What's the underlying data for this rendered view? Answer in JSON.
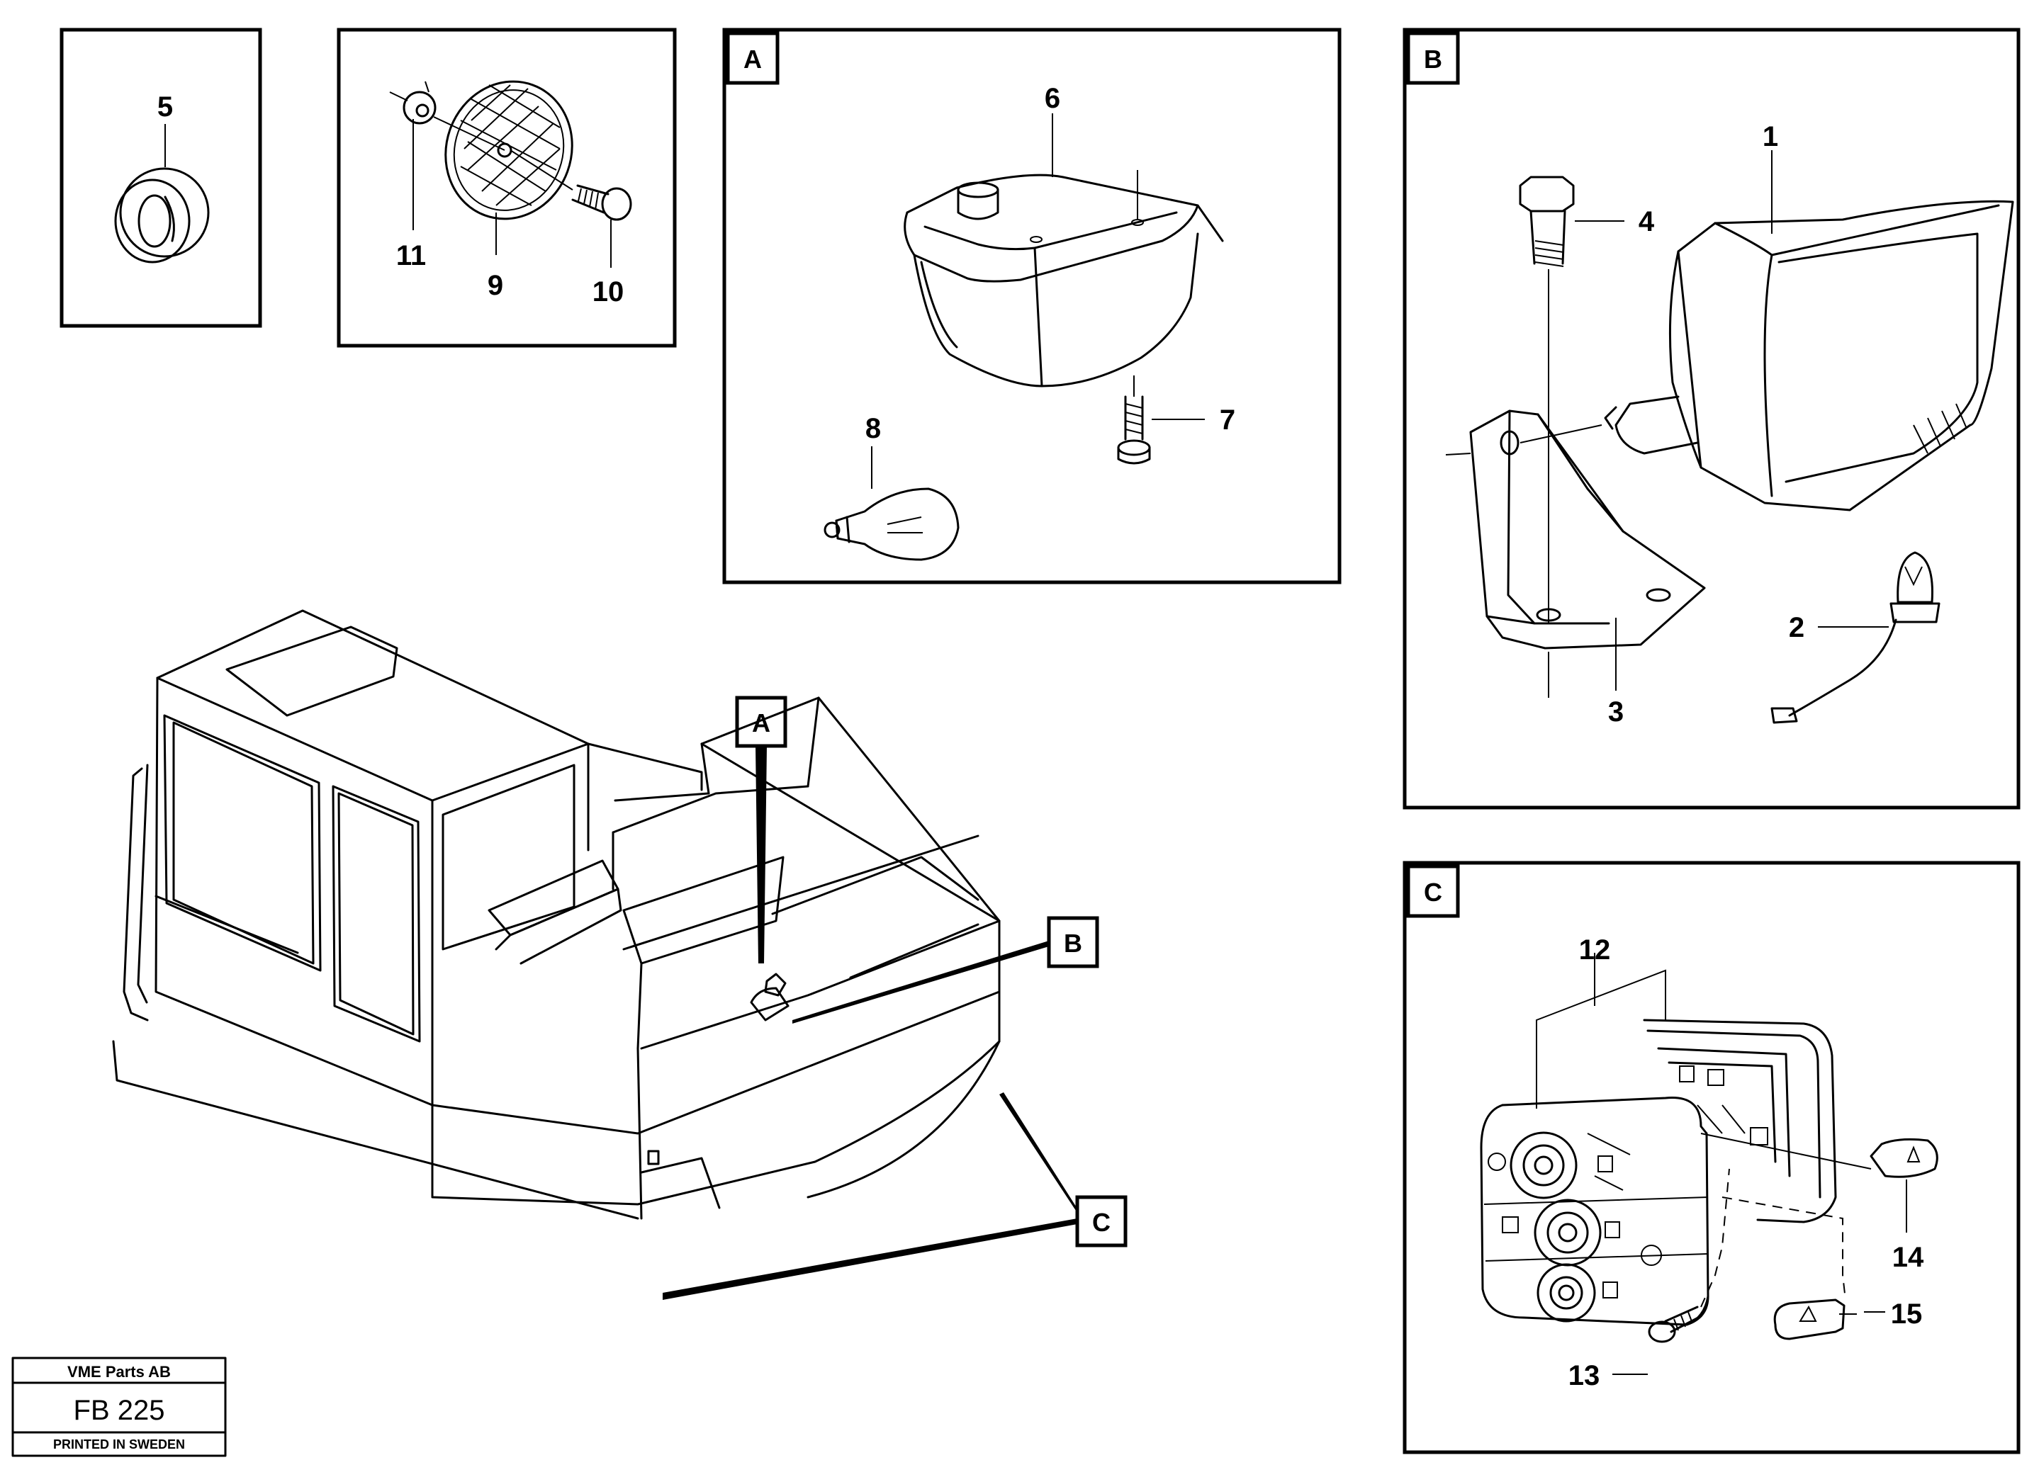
{
  "callouts": {
    "p1": "1",
    "p2": "2",
    "p3": "3",
    "p4": "4",
    "p5": "5",
    "p6": "6",
    "p7": "7",
    "p8": "8",
    "p9": "9",
    "p10": "10",
    "p11": "11",
    "p12": "12",
    "p13": "13",
    "p14": "14",
    "p15": "15"
  },
  "detail_labels": {
    "a_panel": "A",
    "b_panel": "B",
    "c_panel": "C",
    "a_pointer": "A",
    "b_pointer": "B",
    "c_pointer": "C"
  },
  "stamp": {
    "company": "VME Parts AB",
    "code": "FB 225",
    "printed": "PRINTED IN SWEDEN"
  }
}
